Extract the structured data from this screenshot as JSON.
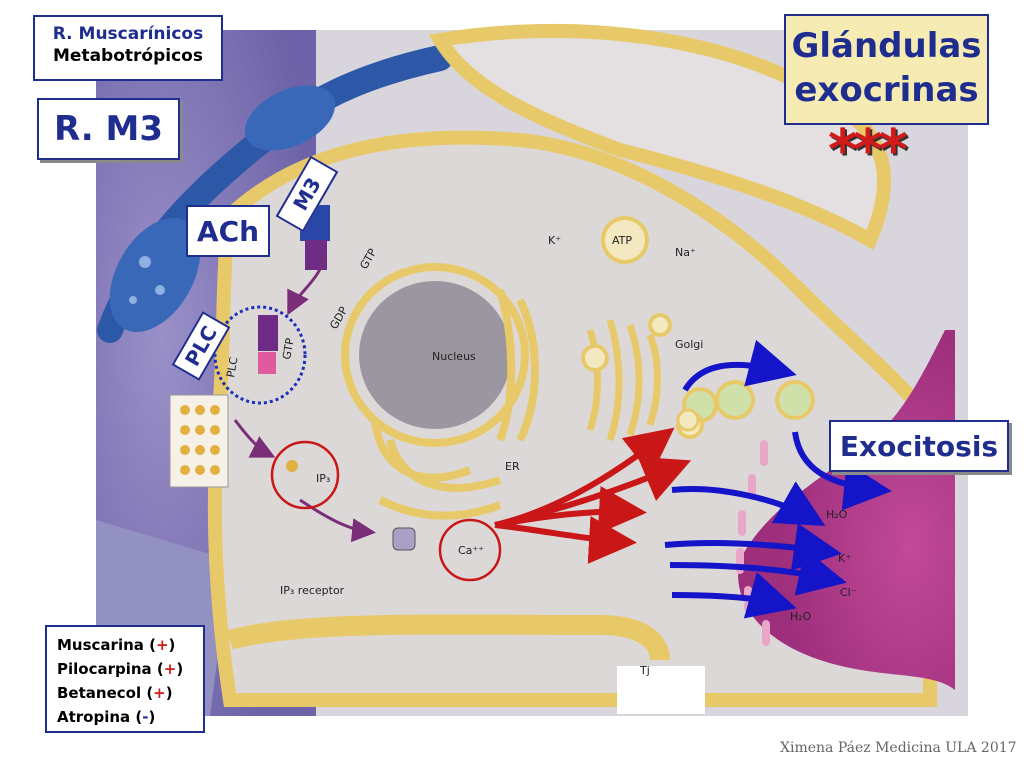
{
  "header": {
    "receptor_type_line1": "R. Muscarínicos",
    "receptor_type_line2": "Metabotrópicos",
    "subtype": "R. M3",
    "tissue_line1": "Glándulas",
    "tissue_line2": "exocrinas",
    "stars": "***"
  },
  "labels": {
    "ach": "ACh",
    "m3": "M3",
    "plc": "PLC",
    "exocitosis": "Exocitosis"
  },
  "diagram_text": {
    "nucleus": "Nucleus",
    "er": "ER",
    "golgi": "Golgi",
    "atp": "ATP",
    "k_plus": "K⁺",
    "na_plus": "Na⁺",
    "gtp_top": "GTP",
    "gdp": "GDP",
    "gtp_lower": "GTP",
    "plc_small": "PLC",
    "ip3": "IP₃",
    "ip3_receptor": "IP₃ receptor",
    "ca": "Ca⁺⁺",
    "h2o_1": "H₂O",
    "k_out": "K⁺",
    "cl_out": "Cl⁻",
    "h2o_2": "H₂O",
    "tj": "Tj"
  },
  "drugs": [
    {
      "name": "Muscarina",
      "effect": "+"
    },
    {
      "name": "Pilocarpina",
      "effect": "+"
    },
    {
      "name": "Betanecol",
      "effect": "+"
    },
    {
      "name": "Atropina",
      "effect": "-"
    }
  ],
  "footer": "Ximena Páez Medicina ULA 2017",
  "colors": {
    "box_border": "#1f2d8f",
    "title_text": "#1f2d8f",
    "tissue_bg": "#f7ebb4",
    "stars": "#d11a1a",
    "plus": "#d11a1a",
    "cell_fill": "#ddd8d8",
    "membrane": "#e8c96a",
    "lumen": "#b23e8e",
    "arrow_red": "#c91616",
    "arrow_blue": "#1414c8"
  }
}
